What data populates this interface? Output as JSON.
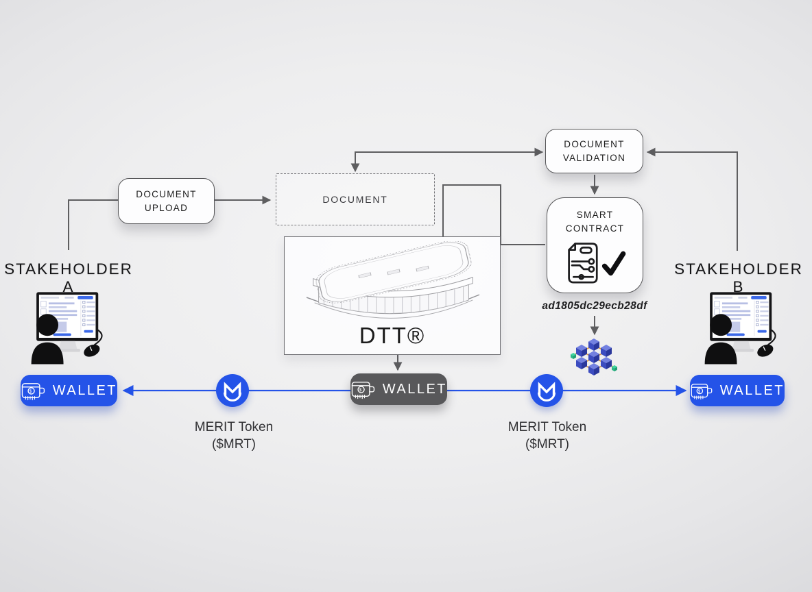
{
  "title": "DTT blockchain document workflow diagram",
  "colors": {
    "accent_blue": "#2453e8",
    "line_gray": "#5e5e60",
    "box_border": "#565658",
    "wallet_center_bg": "#58585a",
    "text_dark": "#1c1c1c"
  },
  "nodes": {
    "stakeholder_a": {
      "label": "STAKEHOLDER A"
    },
    "stakeholder_b": {
      "label": "STAKEHOLDER B"
    },
    "document_upload": {
      "line1": "DOCUMENT",
      "line2": "UPLOAD"
    },
    "document": {
      "label": "DOCUMENT"
    },
    "document_validation": {
      "line1": "DOCUMENT",
      "line2": "VALIDATION"
    },
    "smart_contract": {
      "line1": "SMART",
      "line2": "CONTRACT",
      "hash": "ad1805dc29ecb28df"
    },
    "dtt": {
      "label": "DTT®"
    },
    "wallet_a": {
      "label": "WALLET"
    },
    "wallet_center": {
      "label": "WALLET"
    },
    "wallet_b": {
      "label": "WALLET"
    },
    "merit_left": {
      "line1": "MERIT Token",
      "line2": "($MRT)"
    },
    "merit_right": {
      "line1": "MERIT Token",
      "line2": "($MRT)"
    }
  },
  "icons": [
    "workstation-icon",
    "monitor-icon",
    "person-icon",
    "mouse-icon",
    "wallet-icon",
    "merit-logo-icon",
    "smart-contract-document-icon",
    "checkmark-icon",
    "blockchain-cubes-icon",
    "dtt-building-illustration"
  ],
  "edges": [
    {
      "from": "stakeholder-a",
      "to": "document-upload",
      "arrow": "none"
    },
    {
      "from": "document-upload",
      "to": "document",
      "arrow": "to"
    },
    {
      "from": "document",
      "to": "document-validation",
      "arrow": "both"
    },
    {
      "from": "stakeholder-b",
      "to": "document-validation",
      "arrow": "to"
    },
    {
      "from": "document-validation",
      "to": "smart-contract",
      "arrow": "to"
    },
    {
      "from": "dtt",
      "to": "smart-contract",
      "arrow": "none"
    },
    {
      "from": "dtt",
      "to": "wallet-center",
      "arrow": "to"
    },
    {
      "from": "smart-contract-hash",
      "to": "blockchain-cubes",
      "arrow": "to"
    },
    {
      "from": "wallet-center",
      "to": "wallet-a",
      "arrow": "to",
      "color": "blue",
      "via": "merit-token-left"
    },
    {
      "from": "wallet-center",
      "to": "wallet-b",
      "arrow": "to",
      "color": "blue",
      "via": "merit-token-right"
    }
  ]
}
